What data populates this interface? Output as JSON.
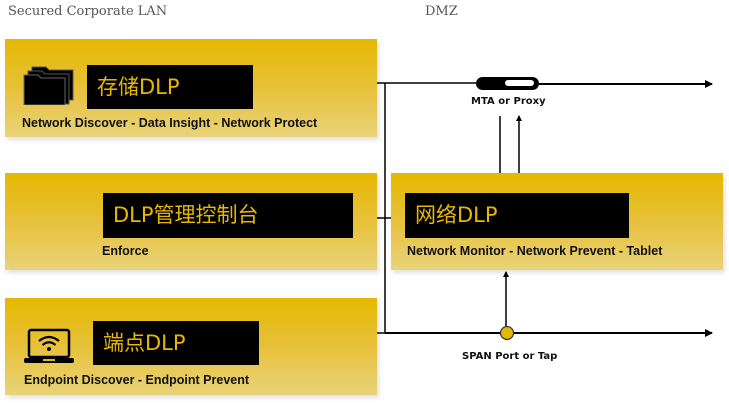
{
  "zones": {
    "left": "Secured Corporate LAN",
    "right": "DMZ"
  },
  "boxes": {
    "storage": {
      "title": "存储DLP",
      "products": "Network Discover - Data Insight - Network Protect",
      "icon": "folders-icon"
    },
    "enforce": {
      "title": "DLP管理控制台",
      "products": "Enforce"
    },
    "network": {
      "title": "网络DLP",
      "products": "Network Monitor - Network Prevent - Tablet"
    },
    "endpoint": {
      "title": "端点DLP",
      "products": "Endpoint Discover  - Endpoint Prevent",
      "icon": "laptop-wifi-icon"
    }
  },
  "devices": {
    "mta": "MTA or Proxy",
    "span": "SPAN Port or Tap"
  },
  "colors": {
    "accent": "#e5b800",
    "label_bg": "#000000",
    "label_text": "#e8b800"
  }
}
